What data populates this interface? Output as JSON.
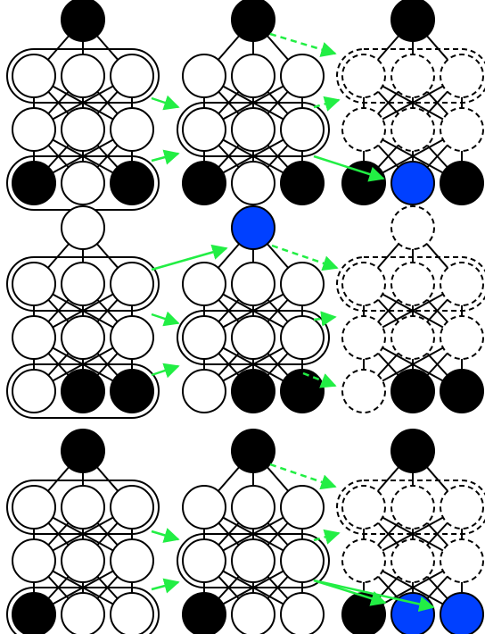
{
  "colors": {
    "white": "#ffffff",
    "black": "#000000",
    "blue": "#0040ff",
    "green": "#22ee44",
    "stroke": "#000000"
  },
  "rows": [
    {
      "panels": [
        {
          "top": "black",
          "layers": [
            [
              "white",
              "white",
              "white"
            ],
            [
              "white",
              "white",
              "white"
            ],
            [
              "black",
              "white",
              "black"
            ]
          ],
          "dashed": false
        },
        {
          "top": "black",
          "layers": [
            [
              "white",
              "white",
              "white"
            ],
            [
              "white",
              "white",
              "white"
            ],
            [
              "black",
              "white",
              "black"
            ]
          ],
          "dashed": false
        },
        {
          "top": "black",
          "layers": [
            [
              "white",
              "white",
              "white"
            ],
            [
              "white",
              "white",
              "white"
            ],
            [
              "black",
              "blue",
              "black"
            ]
          ],
          "dashed": true
        }
      ]
    },
    {
      "panels": [
        {
          "top": "white",
          "layers": [
            [
              "white",
              "white",
              "white"
            ],
            [
              "white",
              "white",
              "white"
            ],
            [
              "white",
              "black",
              "black"
            ]
          ],
          "dashed": false
        },
        {
          "top": "blue",
          "layers": [
            [
              "white",
              "white",
              "white"
            ],
            [
              "white",
              "white",
              "white"
            ],
            [
              "white",
              "black",
              "black"
            ]
          ],
          "dashed": false
        },
        {
          "top": "white",
          "layers": [
            [
              "white",
              "white",
              "white"
            ],
            [
              "white",
              "white",
              "white"
            ],
            [
              "white",
              "black",
              "black"
            ]
          ],
          "dashed": true
        }
      ]
    },
    {
      "panels": [
        {
          "top": "black",
          "layers": [
            [
              "white",
              "white",
              "white"
            ],
            [
              "white",
              "white",
              "white"
            ],
            [
              "black",
              "white",
              "white"
            ]
          ],
          "dashed": false
        },
        {
          "top": "black",
          "layers": [
            [
              "white",
              "white",
              "white"
            ],
            [
              "white",
              "white",
              "white"
            ],
            [
              "black",
              "white",
              "white"
            ]
          ],
          "dashed": false
        },
        {
          "top": "black",
          "layers": [
            [
              "white",
              "white",
              "white"
            ],
            [
              "white",
              "white",
              "white"
            ],
            [
              "black",
              "blue",
              "blue"
            ]
          ],
          "dashed": true
        }
      ]
    }
  ]
}
